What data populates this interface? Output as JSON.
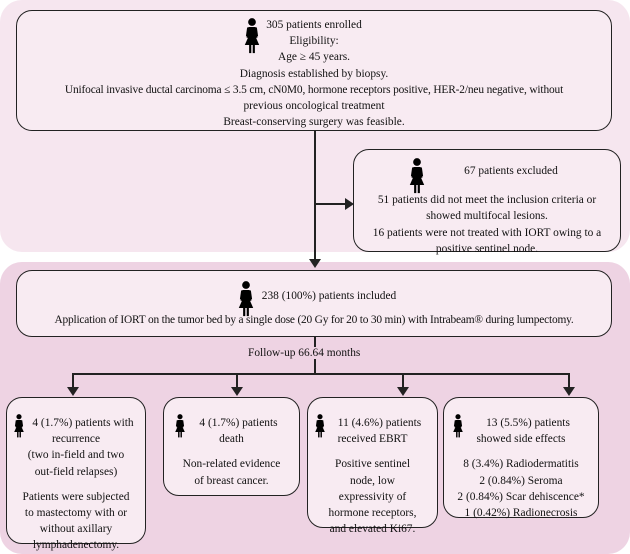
{
  "enrolled": {
    "lines": [
      "305 patients enrolled",
      "Eligibility:",
      "Age ≥ 45 years.",
      "Diagnosis established by biopsy.",
      "Unifocal invasive ductal carcinoma ≤ 3.5 cm, cN0M0, hormone receptors positive, HER-2/neu negative, without",
      "previous oncological treatment",
      "Breast-conserving surgery was feasible."
    ]
  },
  "excluded": {
    "title": "67 patients excluded",
    "lines": [
      "51 patients did not meet the inclusion criteria or",
      "showed multifocal lesions.",
      "16 patients were not treated with IORT owing to a",
      "positive sentinel node."
    ]
  },
  "included": {
    "title": "238 (100%) patients included",
    "text": "Application of IORT on the tumor bed by a single dose (20 Gy for 20 to 30 min) with Intrabeam® during lumpectomy."
  },
  "followup": {
    "label": "Follow-up 66.64 months"
  },
  "outcomes": [
    {
      "title": [
        "4 (1.7%) patients with",
        "recurrence",
        "(two in-field and two",
        "out-field relapses)"
      ],
      "body": [
        "Patients were subjected",
        "to mastectomy with or",
        "without axillary",
        "lymphadenectomy."
      ]
    },
    {
      "title": [
        "4 (1.7%) patients",
        "death"
      ],
      "body": [
        "Non-related evidence",
        "of breast cancer."
      ]
    },
    {
      "title": [
        "11 (4.6%) patients",
        "received EBRT"
      ],
      "body": [
        "Positive sentinel",
        "node, low",
        "expressivity of",
        "hormone receptors,",
        "and elevated Ki67."
      ]
    },
    {
      "title": [
        "13 (5.5%) patients",
        "showed side effects"
      ],
      "body": [
        "8 (3.4%) Radiodermatitis",
        "2 (0.84%) Seroma",
        "2 (0.84%) Scar dehiscence*",
        "1 (0.42%) Radionecrosis"
      ]
    }
  ],
  "colors": {
    "panel_top": "#f6e6ef",
    "panel_bottom": "#eed3e3",
    "box": "#f8ebf2",
    "line": "#222222"
  },
  "icons": [
    "woman-figure-icon"
  ]
}
